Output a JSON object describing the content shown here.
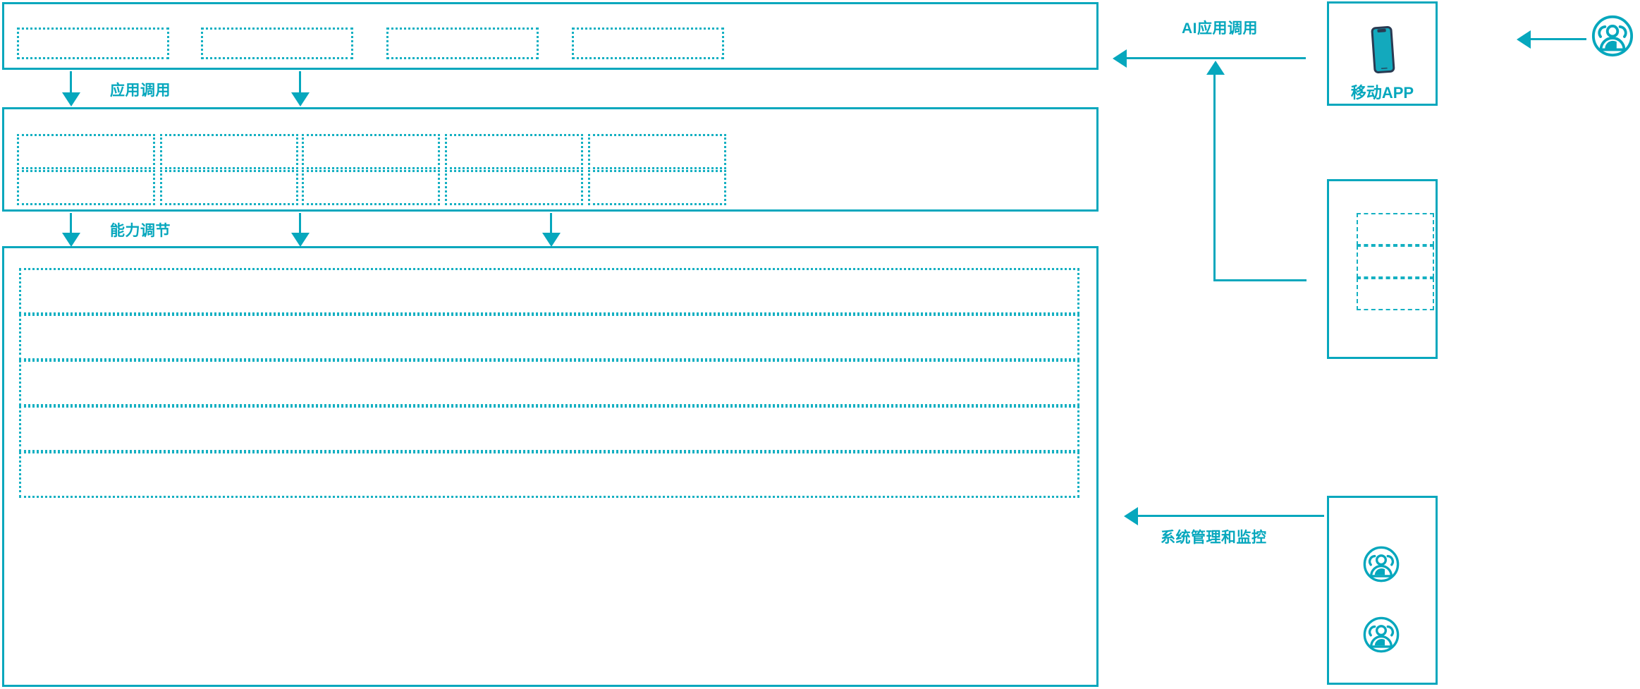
{
  "meta": {
    "title": "AI能力平台架构图",
    "accent_color": "#06a7bd",
    "dash_color": "#14b0c2",
    "phone_outline_color": "#2a3a52",
    "phone_screen_color": "#13a9bd",
    "background": "#ffffff"
  },
  "flow_labels": {
    "app_call": "应用调用",
    "capability_adjust": "能力调节",
    "ai_app_call": "AI应用调用",
    "system_manage_monitor": "系统管理和监控"
  },
  "layers": {
    "application_layer": {
      "name": "application-layer",
      "boxes": [
        {
          "label": ""
        },
        {
          "label": ""
        },
        {
          "label": ""
        },
        {
          "label": ""
        }
      ]
    },
    "capability_layer": {
      "name": "capability-layer",
      "columns": 5,
      "rows": 2,
      "boxes": [
        {
          "label": ""
        },
        {
          "label": ""
        },
        {
          "label": ""
        },
        {
          "label": ""
        },
        {
          "label": ""
        },
        {
          "label": ""
        },
        {
          "label": ""
        },
        {
          "label": ""
        },
        {
          "label": ""
        },
        {
          "label": ""
        }
      ]
    },
    "platform_layer": {
      "name": "platform-layer",
      "rows": [
        {
          "label": ""
        },
        {
          "label": ""
        },
        {
          "label": ""
        },
        {
          "label": ""
        },
        {
          "label": ""
        }
      ]
    }
  },
  "right_panel": {
    "mobile_app_card": {
      "label": "移动APP",
      "icon": "smartphone-icon"
    },
    "channel_card": {
      "label": "",
      "boxes": [
        {
          "label": ""
        },
        {
          "label": ""
        },
        {
          "label": ""
        }
      ]
    },
    "operations_card": {
      "label": "",
      "icons": [
        {
          "name": "users-group-icon"
        },
        {
          "name": "users-group-icon"
        }
      ]
    },
    "external_user": {
      "icon": "users-group-icon",
      "label": ""
    }
  },
  "connectors": [
    {
      "name": "app-to-capability-left",
      "direction": "down"
    },
    {
      "name": "app-to-capability-right",
      "direction": "down"
    },
    {
      "name": "capability-to-platform-left",
      "direction": "down"
    },
    {
      "name": "capability-to-platform-mid",
      "direction": "down"
    },
    {
      "name": "capability-to-platform-right",
      "direction": "down"
    },
    {
      "name": "ai-app-call-to-application",
      "direction": "left"
    },
    {
      "name": "channel-to-ai-app-call",
      "direction": "up"
    },
    {
      "name": "user-to-mobile-app",
      "direction": "left"
    },
    {
      "name": "operations-to-platform",
      "direction": "left"
    }
  ]
}
